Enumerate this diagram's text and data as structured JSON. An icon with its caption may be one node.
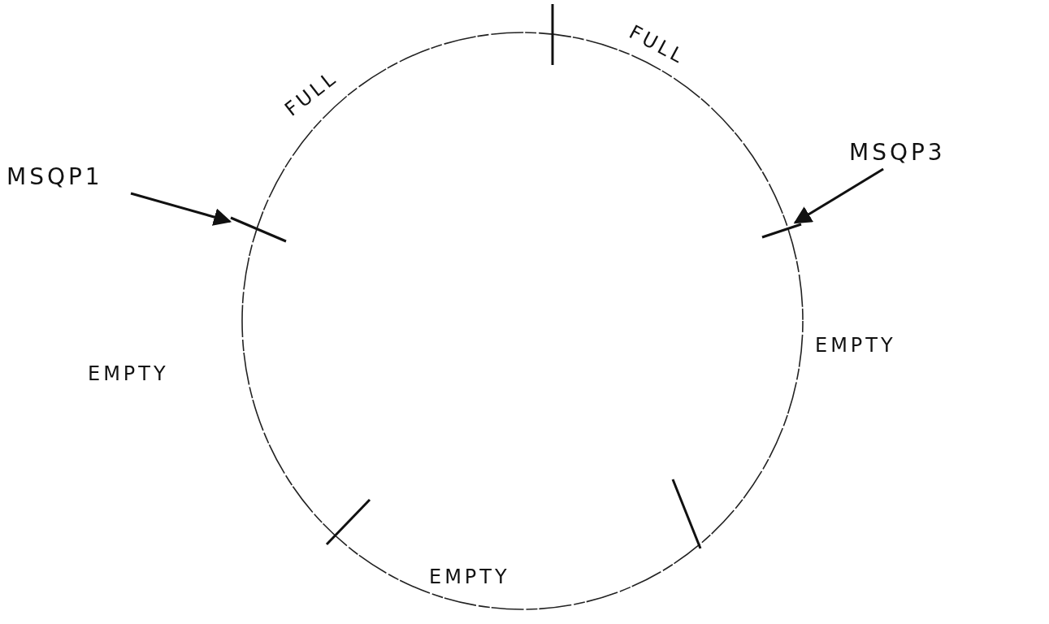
{
  "diagram": {
    "nodes": [
      {
        "text": [
          "MSQP1"
        ]
      },
      {
        "text": [],
        "shape": "bar"
      },
      {
        "text": [
          "MSQP3"
        ]
      },
      {
        "text": [],
        "shape": "bar"
      }
    ],
    "edges": [
      {
        "from": 0,
        "to": 1,
        "arrow": "to"
      },
      {
        "from": 2,
        "to": 3,
        "arrow": "to"
      }
    ],
    "labels": [
      "FULL",
      "FULL",
      "EMPTY",
      "EMPTY",
      "EMPTY"
    ]
  }
}
